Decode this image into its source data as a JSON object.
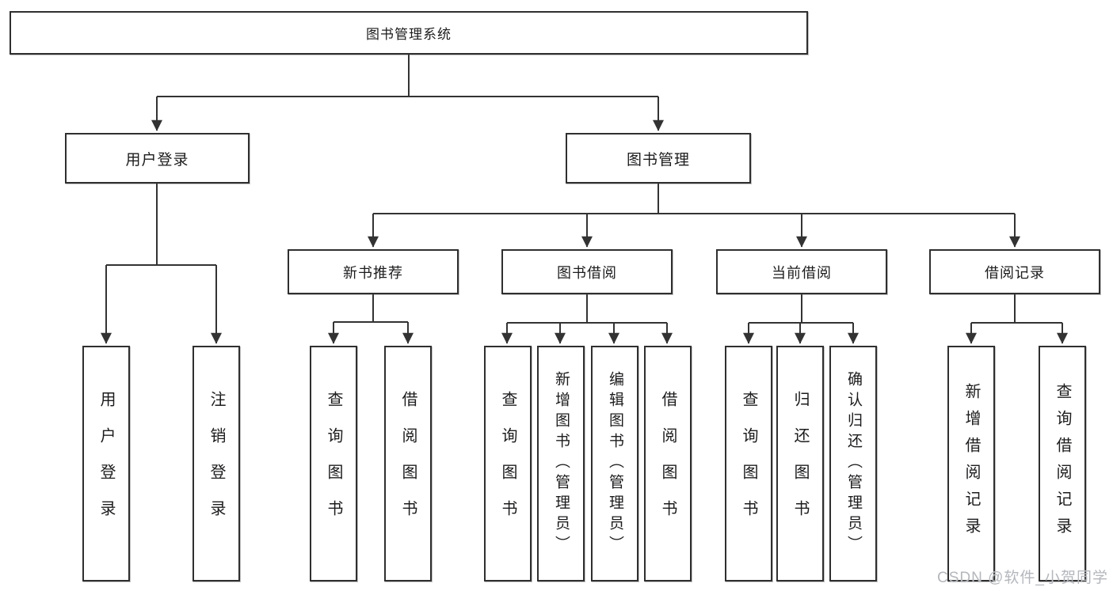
{
  "diagram": {
    "root": {
      "label": "图书管理系统"
    },
    "branches": [
      {
        "label": "用户登录",
        "children": [
          {
            "label": "用户登录"
          },
          {
            "label": "注销登录"
          }
        ]
      },
      {
        "label": "图书管理",
        "children": [
          {
            "label": "新书推荐",
            "children": [
              {
                "label": "查询图书"
              },
              {
                "label": "借阅图书"
              }
            ]
          },
          {
            "label": "图书借阅",
            "children": [
              {
                "label": "查询图书"
              },
              {
                "label": "新增图书（管理员）"
              },
              {
                "label": "编辑图书（管理员）"
              },
              {
                "label": "借阅图书"
              }
            ]
          },
          {
            "label": "当前借阅",
            "children": [
              {
                "label": "查询图书"
              },
              {
                "label": "归还图书"
              },
              {
                "label": "确认归还（管理员）"
              }
            ]
          },
          {
            "label": "借阅记录",
            "children": [
              {
                "label": "新增借阅记录"
              },
              {
                "label": "查询借阅记录"
              }
            ]
          }
        ]
      }
    ]
  },
  "watermark": {
    "text": "CSDN @软件_小贺同学"
  },
  "colors": {
    "line": "#333333",
    "box_border": "#2f2f2f",
    "text": "#1c1c1e",
    "watermark": "#b4b7bc",
    "background": "#ffffff"
  }
}
